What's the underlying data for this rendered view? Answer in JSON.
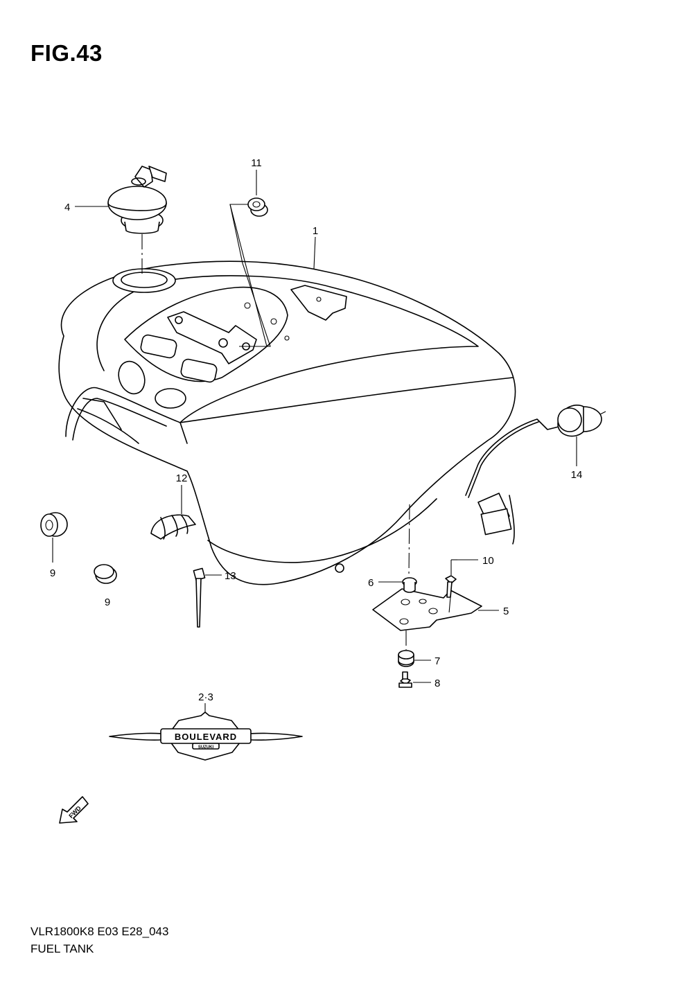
{
  "figure": {
    "title": "FIG.43"
  },
  "footer": {
    "code": "VLR1800K8 E03 E28_043",
    "name": "FUEL TANK"
  },
  "callouts": {
    "c1": "1",
    "c23": "2·3",
    "c4": "4",
    "c5": "5",
    "c6": "6",
    "c7": "7",
    "c8": "8",
    "c9a": "9",
    "c9b": "9",
    "c10": "10",
    "c11": "11",
    "c12": "12",
    "c13": "13",
    "c14": "14"
  },
  "emblem": {
    "text": "BOULEVARD",
    "sub": "SUZUKI"
  },
  "direction": {
    "label": "FWD"
  }
}
